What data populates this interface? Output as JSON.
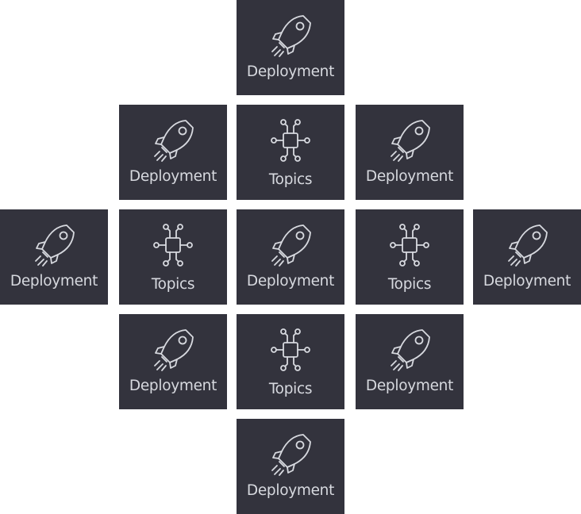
{
  "colors": {
    "tile_background": "#33333d",
    "icon_stroke": "#d7d9df",
    "label_text": "#d7d9df",
    "page_background": "#ffffff"
  },
  "tiles": [
    {
      "label": "Deployment",
      "icon": "rocket-icon"
    },
    {
      "label": "Deployment",
      "icon": "rocket-icon"
    },
    {
      "label": "Topics",
      "icon": "chip-network-icon"
    },
    {
      "label": "Deployment",
      "icon": "rocket-icon"
    },
    {
      "label": "Deployment",
      "icon": "rocket-icon"
    },
    {
      "label": "Topics",
      "icon": "chip-network-icon"
    },
    {
      "label": "Deployment",
      "icon": "rocket-icon"
    },
    {
      "label": "Topics",
      "icon": "chip-network-icon"
    },
    {
      "label": "Deployment",
      "icon": "rocket-icon"
    },
    {
      "label": "Deployment",
      "icon": "rocket-icon"
    },
    {
      "label": "Topics",
      "icon": "chip-network-icon"
    },
    {
      "label": "Deployment",
      "icon": "rocket-icon"
    },
    {
      "label": "Deployment",
      "icon": "rocket-icon"
    }
  ]
}
